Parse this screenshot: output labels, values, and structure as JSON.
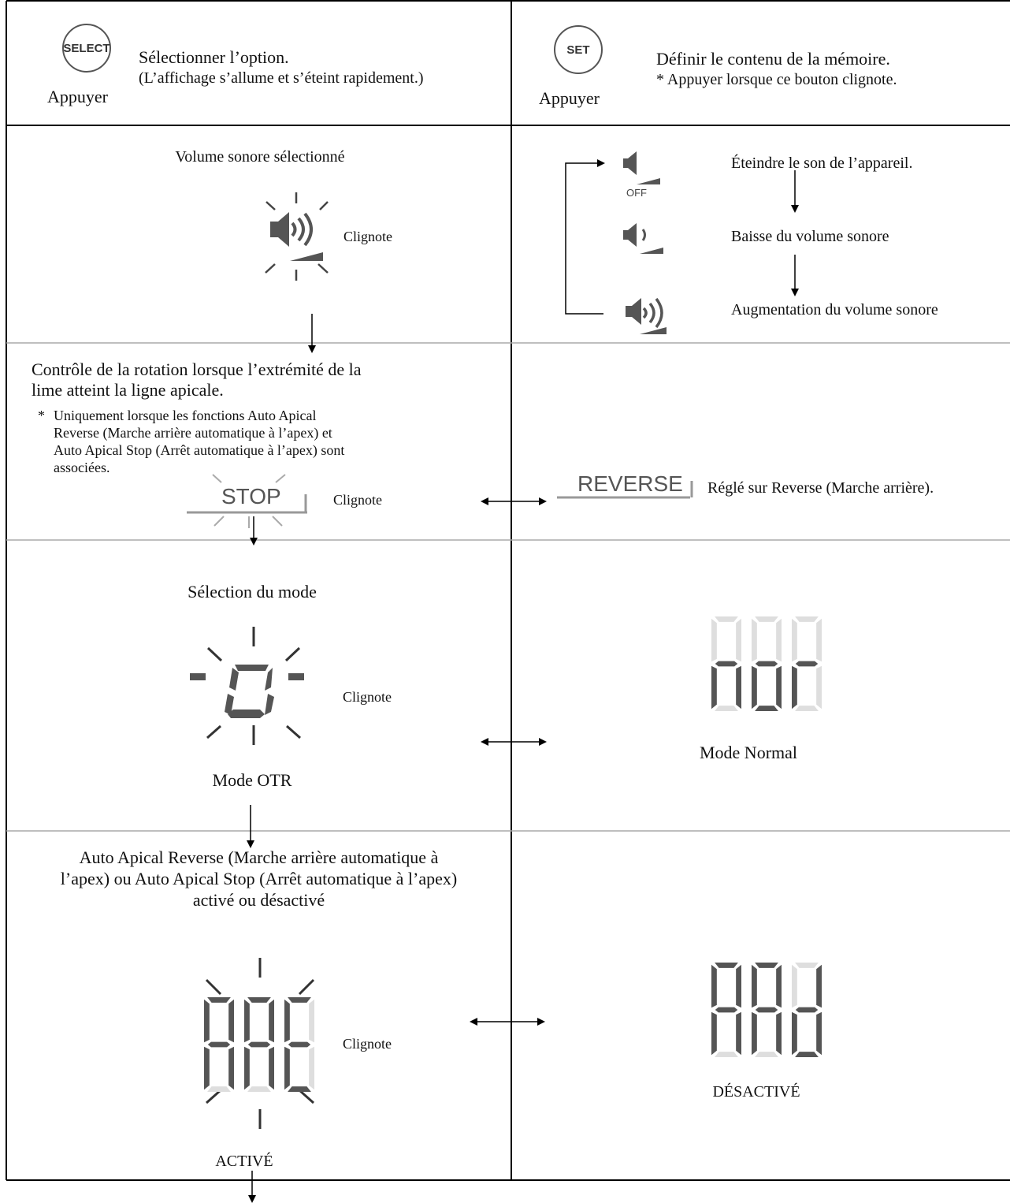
{
  "header": {
    "select_button_label": "SELECT",
    "select_press": "Appuyer",
    "select_title": "Sélectionner l’option.",
    "select_subtitle": "(L’affichage s’allume et s’éteint rapidement.)",
    "set_button_label": "SET",
    "set_press": "Appuyer",
    "set_title": "Définir le contenu de la mémoire.",
    "set_subtitle": "* Appuyer lorsque ce bouton clignote."
  },
  "volume": {
    "title": "Volume sonore sélectionné",
    "blink": "Clignote",
    "off_label": "OFF",
    "opt_off": "Éteindre le son de l’appareil.",
    "opt_low": "Baisse du volume sonore",
    "opt_high": "Augmentation du volume sonore"
  },
  "rotation": {
    "title_line1": "Contrôle de la rotation lorsque l’extrémité de la",
    "title_line2": "lime atteint la ligne apicale.",
    "note_mark": "*",
    "note_line1": "Uniquement lorsque les fonctions Auto Apical",
    "note_line2": "Reverse (Marche arrière automatique à l’apex) et",
    "note_line3": "Auto Apical Stop (Arrêt automatique à l’apex) sont",
    "note_line4": "associées.",
    "stop_label": "STOP",
    "blink": "Clignote",
    "reverse_label": "REVERSE",
    "reverse_desc": "Réglé sur Reverse (Marche arrière)."
  },
  "mode": {
    "title": "Sélection du mode",
    "blink": "Clignote",
    "otr_label": "Mode OTR",
    "normal_label": "Mode Normal"
  },
  "auto": {
    "title_line1": "Auto Apical Reverse (Marche arrière automatique à",
    "title_line2": "l’apex) ou Auto Apical Stop (Arrêt automatique à l’apex)",
    "title_line3": "activé ou désactivé",
    "blink": "Clignote",
    "on_label": "ACTIVÉ",
    "off_label": "DÉSACTIVÉ"
  }
}
